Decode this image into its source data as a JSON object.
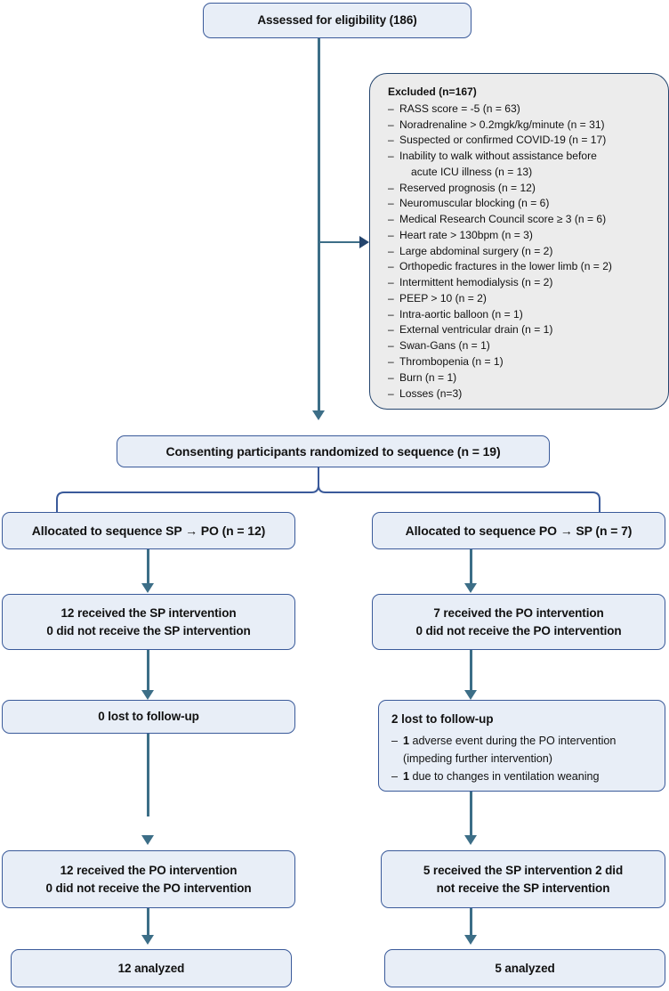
{
  "diagram": {
    "type": "consort-flow-diagram",
    "colors": {
      "box_fill": "#e8eef7",
      "box_border": "#3a5a9a",
      "excluded_fill": "#ececec",
      "excluded_border": "#24456e",
      "connector": "#3c6e87",
      "text": "#111111"
    },
    "enrollment": {
      "assessed_label": "Assessed for eligibility (186)",
      "randomized_label": "Consenting participants randomized to sequence (n = 19)"
    },
    "excluded": {
      "title": "Excluded (n=167)",
      "items": [
        {
          "text": "RASS score = -5 (n = 63)"
        },
        {
          "text": "Noradrenaline > 0.2mgk/kg/minute (n = 31)"
        },
        {
          "text": "Suspected or confirmed COVID-19 (n = 17)"
        },
        {
          "text": "Inability to walk without assistance before",
          "continuation": "acute ICU illness (n = 13)"
        },
        {
          "text": "Reserved prognosis (n = 12)"
        },
        {
          "text": "Neuromuscular blocking (n = 6)"
        },
        {
          "text": "Medical Research Council score ≥ 3 (n = 6)"
        },
        {
          "text": "Heart rate > 130bpm (n = 3)"
        },
        {
          "text": "Large abdominal surgery (n = 2)"
        },
        {
          "text": "Orthopedic fractures in the lower limb (n = 2)"
        },
        {
          "text": "Intermittent hemodialysis (n = 2)"
        },
        {
          "text": "PEEP > 10 (n = 2)"
        },
        {
          "text": "Intra-aortic balloon (n = 1)"
        },
        {
          "text": "External ventricular drain (n = 1)"
        },
        {
          "text": "Swan-Gans (n = 1)"
        },
        {
          "text": "Thrombopenia (n = 1)"
        },
        {
          "text": "Burn (n = 1)"
        },
        {
          "text": "Losses (n=3)"
        }
      ],
      "dash": "–"
    },
    "left_arm": {
      "allocation": "Allocated to sequence SP → PO (n = 12)",
      "period1_line1": "12 received the SP intervention",
      "period1_line2": "0 did not receive the SP intervention",
      "followup_title": "0 lost to follow-up",
      "period2_line1": "12 received the PO intervention",
      "period2_line2": "0 did not receive the PO intervention",
      "analyzed": "12 analyzed"
    },
    "right_arm": {
      "allocation": "Allocated to sequence PO → SP (n = 7)",
      "period1_line1": "7 received the PO intervention",
      "period1_line2": "0 did not receive the PO intervention",
      "followup_title": "2 lost to follow-up",
      "followup_items": [
        {
          "count": "1",
          "text": " adverse event during the PO intervention",
          "continuation": "(impeding further intervention)"
        },
        {
          "count": "1",
          "text": " due to changes in ventilation weaning"
        }
      ],
      "period2_line1": "5 received the SP intervention 2 did",
      "period2_line2": "not receive the SP intervention",
      "analyzed": "5 analyzed"
    }
  }
}
